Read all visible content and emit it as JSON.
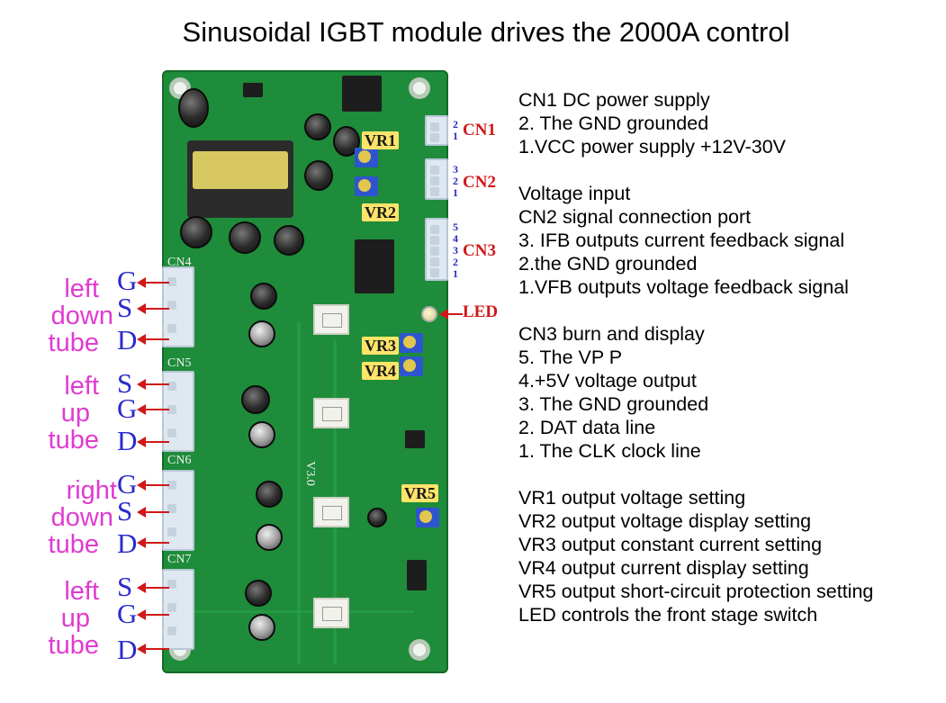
{
  "title": "Sinusoidal IGBT module drives the 2000A control",
  "labels": {
    "cn1": "CN1",
    "cn2": "CN2",
    "cn3": "CN3",
    "cn4": "CN4",
    "cn5": "CN5",
    "cn6": "CN6",
    "cn7": "CN7",
    "led": "LED",
    "vr1": "VR1",
    "vr2": "VR2",
    "vr3": "VR3",
    "vr4": "VR4",
    "vr5": "VR5",
    "board_version": "V3.0"
  },
  "cn1_pins": [
    "2",
    "1"
  ],
  "cn2_pins": [
    "3",
    "2",
    "1"
  ],
  "cn3_pins": [
    "5",
    "4",
    "3",
    "2",
    "1"
  ],
  "gate_pins": {
    "cn4": [
      "G",
      "S",
      "D"
    ],
    "cn5": [
      "S",
      "G",
      "D"
    ],
    "cn6": [
      "G",
      "S",
      "D"
    ],
    "cn7": [
      "S",
      "G",
      "D"
    ]
  },
  "tube_labels": {
    "cn4": [
      "left",
      "down",
      "tube"
    ],
    "cn5": [
      "left",
      "up",
      "tube"
    ],
    "cn6": [
      "right",
      "down",
      "tube"
    ],
    "cn7": [
      "left",
      "up",
      "tube"
    ]
  },
  "description": [
    [
      "CN1 DC power supply",
      "2. The GND grounded",
      "1.VCC power supply +12V-30V"
    ],
    [
      "Voltage input",
      "CN2 signal connection port",
      "3. IFB outputs current feedback signal",
      "2.the GND grounded",
      "1.VFB outputs voltage feedback signal"
    ],
    [
      "CN3 burn and display",
      "5. The VP P",
      "4.+5V voltage output",
      "3. The GND grounded",
      "2. DAT data line",
      "1. The CLK clock line"
    ],
    [
      "VR1 output voltage setting",
      "VR2 output voltage display setting",
      "VR3 output constant current setting",
      "VR4 output current display setting",
      "VR5 output short-circuit protection setting",
      "LED controls the front stage switch"
    ]
  ],
  "colors": {
    "pcb": "#1e8c3a",
    "label_red": "#d01818",
    "pin_blue": "#2a2acc",
    "tube_magenta": "#e03bd0",
    "vr_highlight": "#ffe46a"
  }
}
